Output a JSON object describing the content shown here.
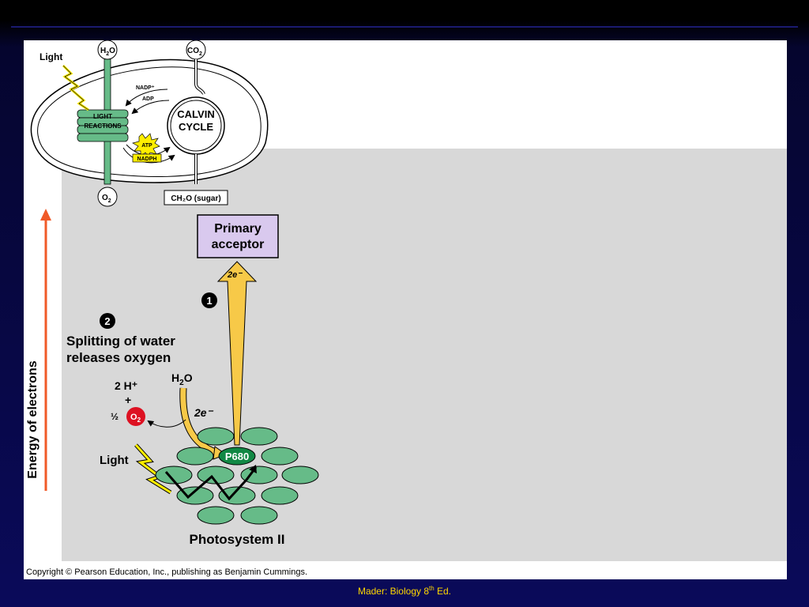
{
  "diagram": {
    "chloroplast": {
      "light_label": "Light",
      "h2o_label": "H",
      "h2o_sub": "2",
      "h2o_tail": "O",
      "co2_label": "CO",
      "co2_sub": "2",
      "nadp_label": "NADP⁺",
      "adp_label": "ADP",
      "light_reactions_line1": "LIGHT",
      "light_reactions_line2": "REACTIONS",
      "calvin_line1": "CALVIN",
      "calvin_line2": "CYCLE",
      "atp_label": "ATP",
      "nadph_label": "NADPH",
      "o2_label": "O",
      "o2_sub": "2",
      "sugar_label": "CH₂O (sugar)"
    },
    "energy_axis_label": "Energy of electrons",
    "primary_acceptor_line1": "Primary",
    "primary_acceptor_line2": "acceptor",
    "electrons_top": "2e⁻",
    "step1": "1",
    "step2": "2",
    "splitting_line1": "Splitting of water",
    "splitting_line2": "releases oxygen",
    "water_label": "H",
    "water_sub": "2",
    "water_tail": "O",
    "protons_label": "2 H⁺",
    "plus_label": "+",
    "half_label": "½",
    "oxygen_label": "O",
    "oxygen_sub": "2",
    "electrons_mid": "2e⁻",
    "light_label": "Light",
    "p680_label": "P680",
    "photosystem_label": "Photosystem II",
    "copyright": "Copyright © Pearson Education, Inc., publishing as Benjamin Cummings."
  },
  "footer": {
    "text_before": "Mader: Biology 8",
    "sup": "th",
    "text_after": " Ed."
  },
  "colors": {
    "membrane_green": "#66bb88",
    "acceptor_fill": "#d9c9ee",
    "arrow_yellow": "#f7c948",
    "energy_arrow": "#f05a28",
    "oxygen_red": "#dd1122",
    "p680_fill": "#118844",
    "footer_text": "#ffd700"
  }
}
